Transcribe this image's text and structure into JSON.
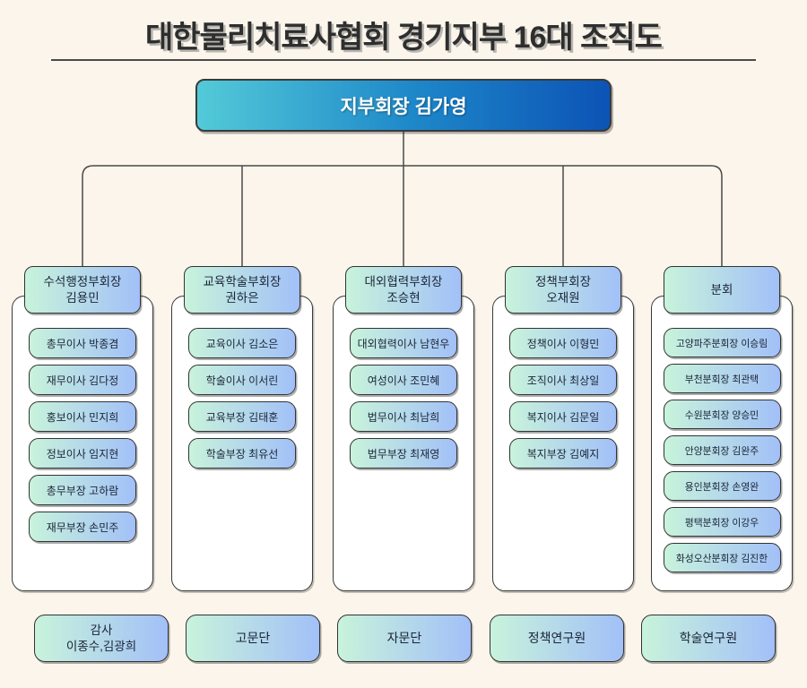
{
  "title": "대한물리치료사협회 경기지부 16대 조직도",
  "president": "지부회장 김가영",
  "columns": [
    {
      "head": "수석행정부회장\n김용민",
      "members": [
        "총무이사 박종겸",
        "재무이사 김다정",
        "홍보이사 민지희",
        "정보이사 임지현",
        "총무부장 고하람",
        "재무부장 손민주"
      ]
    },
    {
      "head": "교육학술부회장\n권하은",
      "members": [
        "교육이사 김소은",
        "학술이사 이서린",
        "교육부장 김태훈",
        "학술부장 최유선"
      ]
    },
    {
      "head": "대외협력부회장\n조승현",
      "members": [
        "대외협력이사 남현우",
        "여성이사 조민혜",
        "법무이사 최남희",
        "법무부장 최재영"
      ]
    },
    {
      "head": "정책부회장\n오재원",
      "members": [
        "정책이사 이형민",
        "조직이사 최상일",
        "복지이사 김문일",
        "복지부장 김예지"
      ]
    },
    {
      "head": "분회",
      "members": [
        "고양파주분회장 이승림",
        "부천분회장 최관택",
        "수원분회장 양승민",
        "안양분회장 김완주",
        "용인분회장 손영완",
        "평택분회장 이강우",
        "화성오산분회장 김진한"
      ]
    }
  ],
  "bottom": [
    "감사\n이종수,김광희",
    "고문단",
    "자문단",
    "정책연구원",
    "학술연구원"
  ],
  "colors": {
    "background": "#FBF5EB",
    "president_gradient_start": "#53CAD8",
    "president_gradient_end": "#0C53B5",
    "card_gradient_start": "#C8F3DB",
    "card_gradient_end": "#A2C0F8",
    "border": "#3A3A3A",
    "line": "#4A4A4A"
  }
}
